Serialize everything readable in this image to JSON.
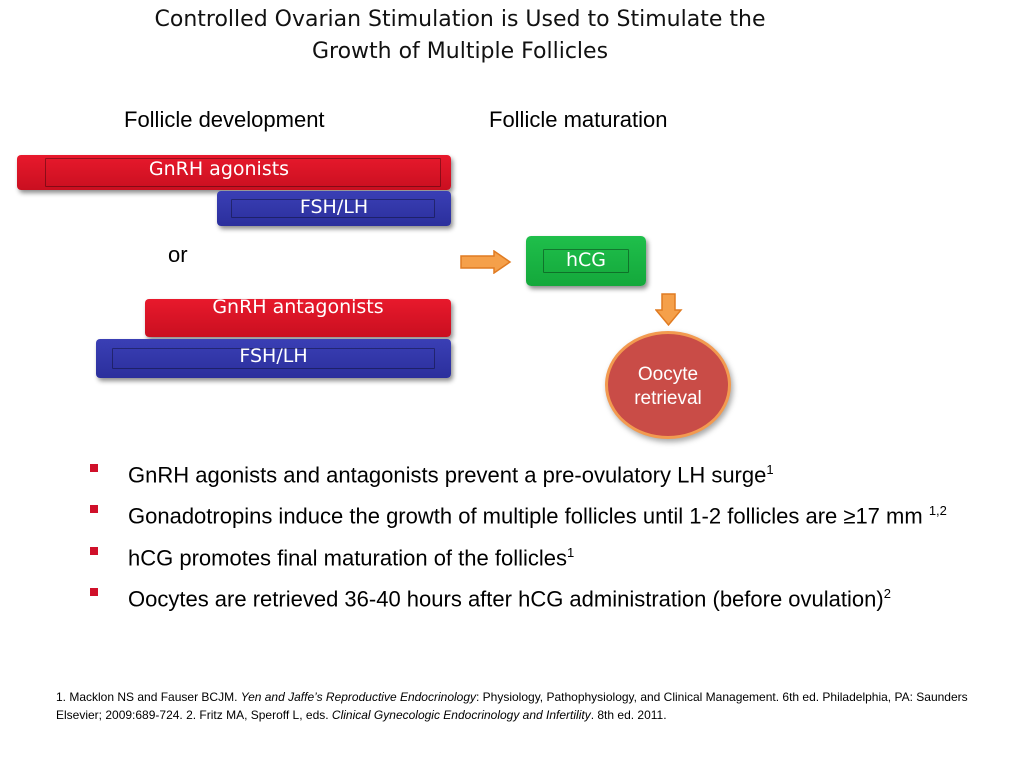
{
  "title": {
    "line1": "Controlled Ovarian Stimulation is Used to Stimulate the",
    "line2": "Growth of Multiple Follicles"
  },
  "columns": {
    "development": "Follicle development",
    "maturation": "Follicle maturation"
  },
  "bars": {
    "agonists": "GnRH agonists",
    "fsh_lh_1": "FSH/LH",
    "or": "or",
    "antagonists": "GnRH antagonists",
    "fsh_lh_2": "FSH/LH",
    "hcg": "hCG"
  },
  "oocyte": {
    "line1": "Oocyte",
    "line2": "retrieval"
  },
  "colors": {
    "red": "#e8192c",
    "blue": "#2f34a8",
    "green": "#1bb544",
    "orange_arrow": "#f5a04a",
    "oocyte_fill": "#c94c47",
    "bullet": "#d0102a"
  },
  "bullets": [
    {
      "text": "GnRH agonists and antagonists prevent a pre-ovulatory LH surge",
      "sup": "1"
    },
    {
      "text": "Gonadotropins induce the growth of multiple follicles until 1-2 follicles are ≥17 mm ",
      "sup": "1,2"
    },
    {
      "text": "hCG promotes final maturation of the follicles",
      "sup": "1"
    },
    {
      "text": "Oocytes are retrieved 36-40 hours after hCG administration (before ovulation)",
      "sup": "2"
    }
  ],
  "references": {
    "r1a": "1. Macklon NS and Fauser BCJM. ",
    "r1b": "Yen and Jaffe’s Reproductive Endocrinology",
    "r1c": ": Physiology, Pathophysiology, and Clinical Management. 6th ed. Philadelphia, PA: Saunders Elsevier; 2009:689-724. 2. Fritz MA, Speroff L, eds. ",
    "r2b": "Clinical Gynecologic Endocrinology and Infertility",
    "r2c": ". 8th ed. 2011."
  }
}
